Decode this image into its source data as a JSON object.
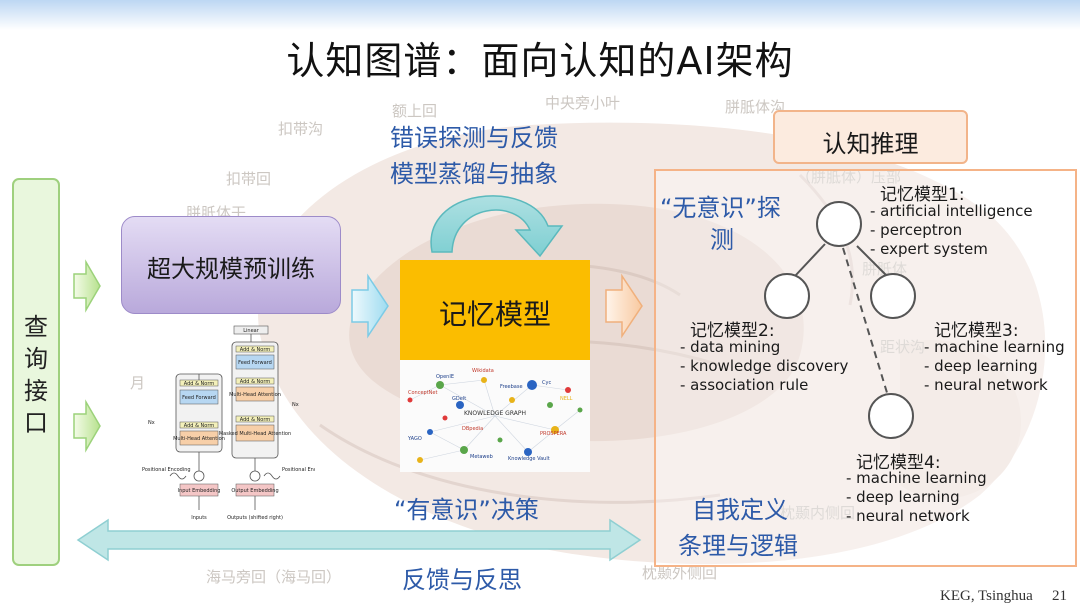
{
  "slide": {
    "title": "认知图谱：面向认知的AI架构",
    "footer_org": "KEG, Tsinghua",
    "page_number": "21"
  },
  "left_column": {
    "chars": [
      "查",
      "询",
      "接",
      "口"
    ]
  },
  "pretrain": {
    "label": "超大规模预训练"
  },
  "memory_model": {
    "label": "记忆模型"
  },
  "top_feedback": {
    "line1": "错误探测与反馈",
    "line2": "模型蒸馏与抽象"
  },
  "conscious_decision": {
    "label": "“有意识”决策"
  },
  "feedback_reflection": {
    "label": "反馈与反思"
  },
  "self_definition": {
    "line1": "自我定义",
    "line2": "条理与逻辑"
  },
  "reasoning": {
    "title": "认知推理",
    "unconscious_line1": "“无意识”探",
    "unconscious_line2": "测"
  },
  "models": [
    {
      "name": "记忆模型1:",
      "items": [
        "- artificial intelligence",
        "- perceptron",
        "- expert system"
      ]
    },
    {
      "name": "记忆模型2:",
      "items": [
        "- data mining",
        "- knowledge discovery",
        "- association rule"
      ]
    },
    {
      "name": "记忆模型3:",
      "items": [
        "- machine learning",
        "- deep learning",
        "- neural network"
      ]
    },
    {
      "name": "记忆模型4:",
      "items": [
        "- machine learning",
        "- deep learning",
        "- neural network"
      ]
    }
  ],
  "transformer": {
    "linear": "Linear",
    "add_norm": "Add & Norm",
    "feed_forward": "Feed Forward",
    "multi_head": "Multi-Head Attention",
    "masked_multi_head": "Masked Multi-Head Attention",
    "nx": "Nx",
    "positional_encoding": "Positional Encoding",
    "input_embedding": "Input Embedding",
    "output_embedding": "Output Embedding",
    "inputs": "Inputs",
    "outputs": "Outputs (shifted right)"
  },
  "knowledge_graph": {
    "center": "KNOWLEDGE GRAPH",
    "labels": [
      "OpenIE",
      "Wikidata",
      "ConceptNet",
      "Freebase",
      "Cyc",
      "NELL",
      "DBpedia",
      "YAGO",
      "PROSPERA",
      "Knowledge Vault",
      "Metaweb",
      "GDelt"
    ]
  },
  "background_labels": [
    "中央旁小叶",
    "胼胝体沟",
    "额上回",
    "扣带沟",
    "扣带回",
    "胼胝体干",
    "（胼胝体）压部",
    "胼胝体",
    "距状沟",
    "枕颞内侧回",
    "海马旁回（海马回）",
    "枕颞外侧回",
    "月"
  ],
  "colors": {
    "blue_text": "#2d5aa8",
    "memory_fill": "#fbbd00",
    "panel_border": "#f5b387",
    "left_green": "#e9f7dd",
    "pretrain_purple": "#c8bce6",
    "arrow_teal": "#8fd3d6"
  }
}
